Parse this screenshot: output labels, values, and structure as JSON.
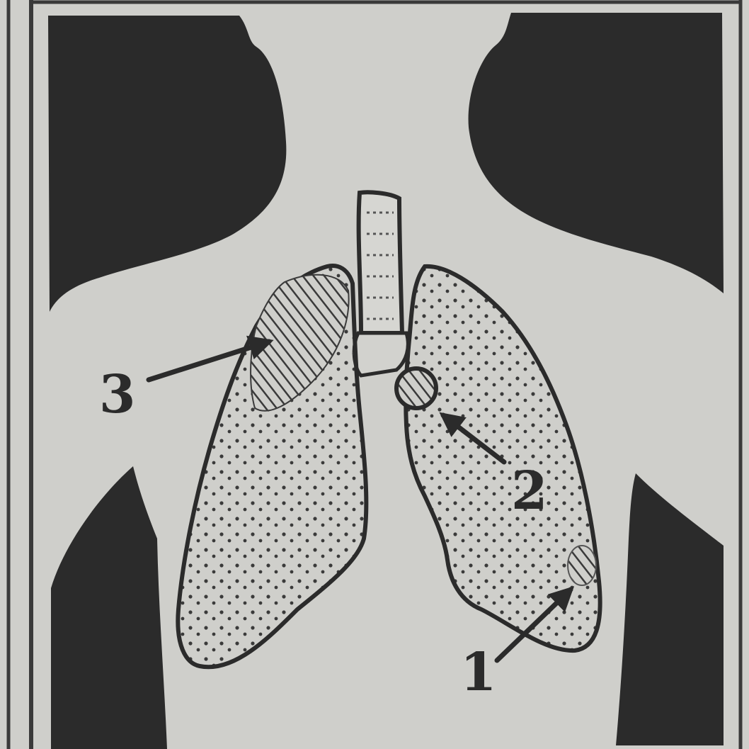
{
  "figure": {
    "labels": {
      "one": "1",
      "two": "2",
      "three": "3"
    }
  },
  "colors": {
    "paper": "#cfcfcb",
    "ink": "#2b2b2b",
    "frame": "#3a3a3a"
  }
}
